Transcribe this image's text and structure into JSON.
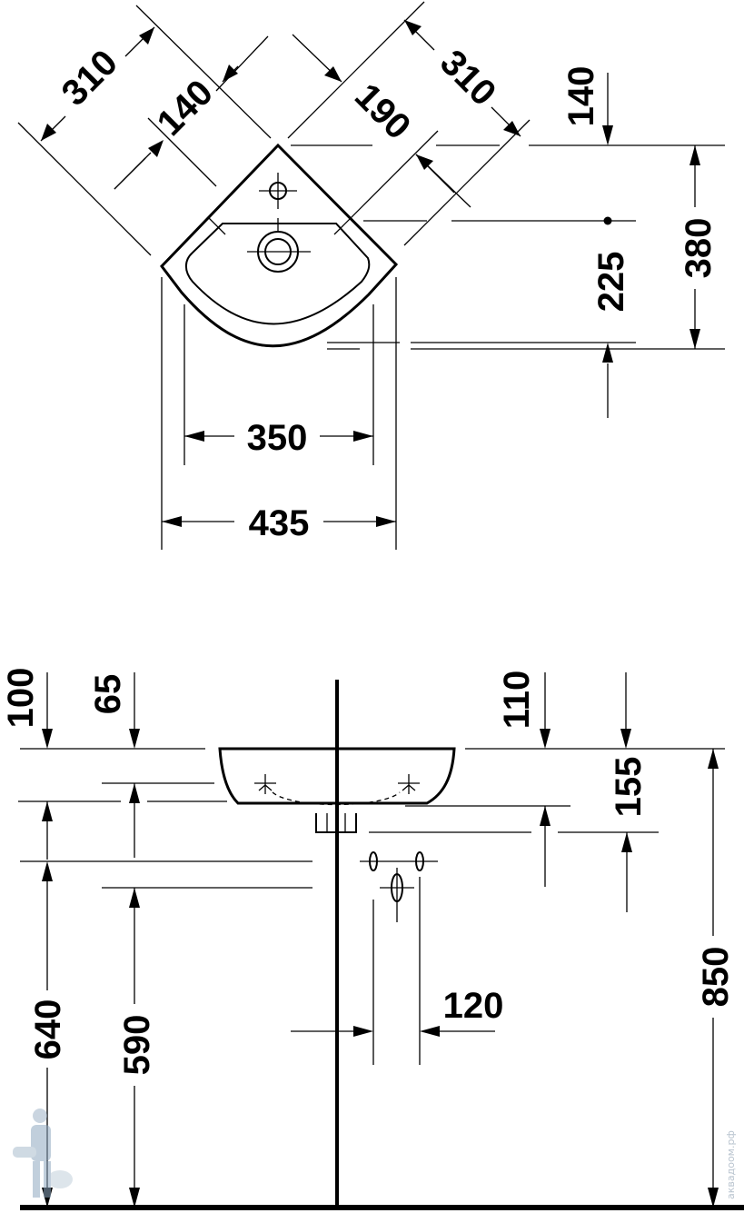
{
  "drawing": {
    "views": [
      "top-view",
      "side-view"
    ],
    "top_view": {
      "dimensions": {
        "side_left": "310",
        "side_right": "310",
        "inner_left": "140",
        "depth_top": "140",
        "tap_offset": "190",
        "bowl_depth": "225",
        "overall_depth": "380",
        "inner_width": "350",
        "overall_width": "435"
      }
    },
    "side_view": {
      "dimensions": {
        "top_a": "100",
        "top_b": "65",
        "top_c": "110",
        "rim_drop": "155",
        "left_outer": "640",
        "left_inner": "590",
        "trap_spacing": "120",
        "rim_height": "850"
      }
    }
  },
  "watermark": {
    "site_text": "аквадоом.рф",
    "mascot": "plumber-mascot"
  }
}
